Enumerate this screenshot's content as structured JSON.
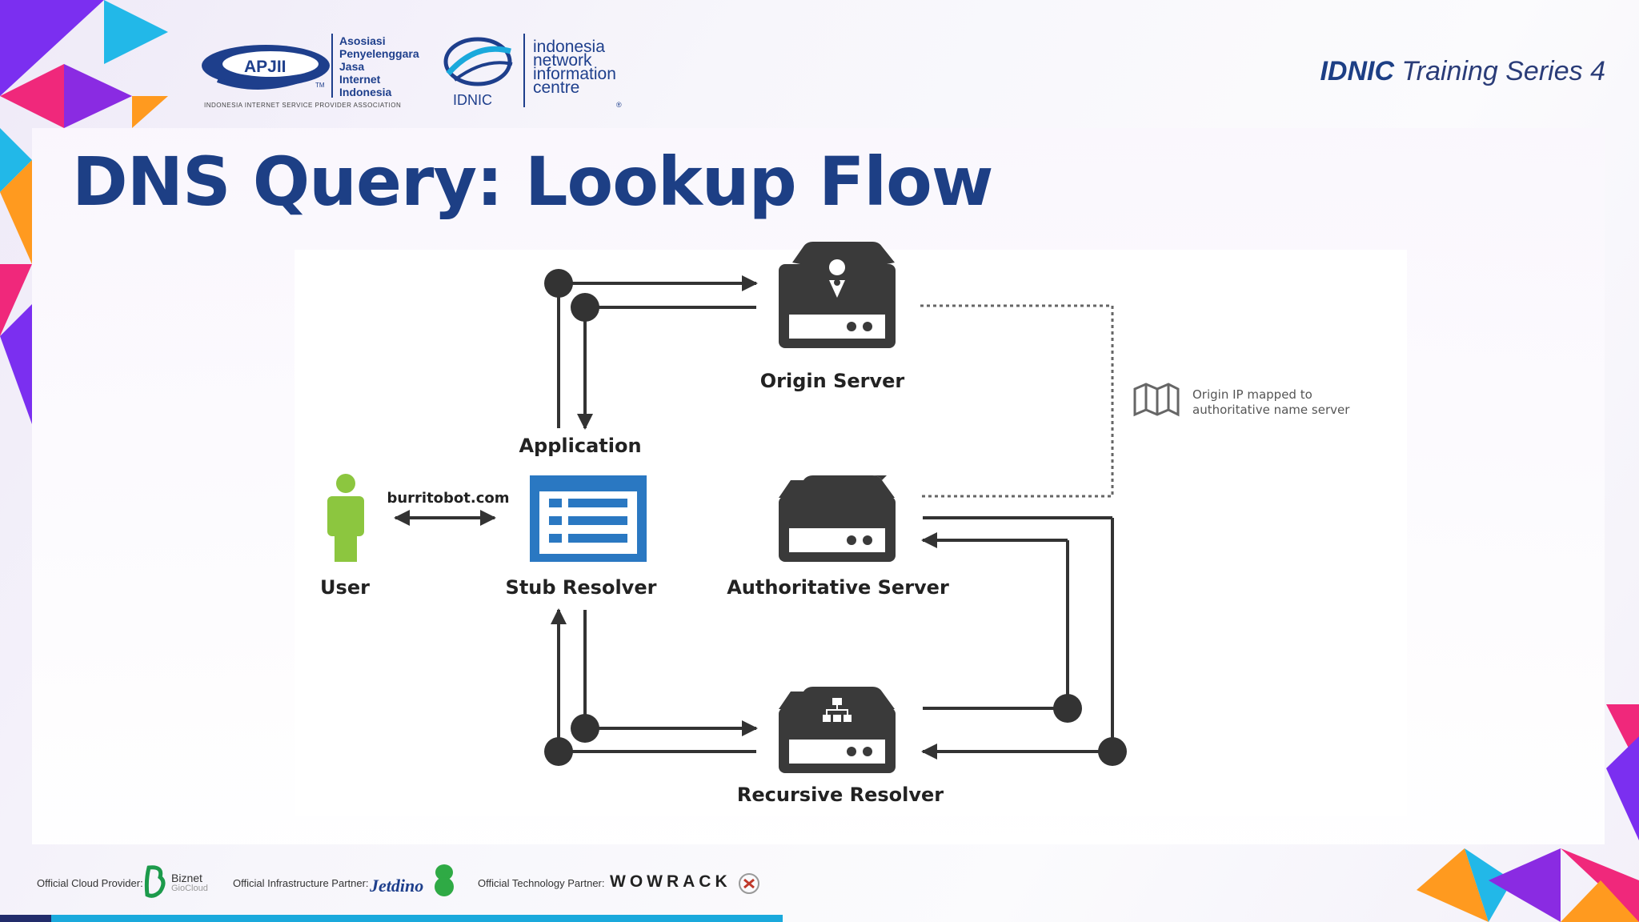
{
  "header": {
    "apjii_logo_text": "APJII",
    "apjii_tm": "TM",
    "apjii_lines": [
      "Asosiasi",
      "Penyelenggara",
      "Jasa",
      "Internet",
      "Indonesia"
    ],
    "apjii_tagline": "INDONESIA INTERNET SERVICE PROVIDER ASSOCIATION",
    "idnic_logo_text": "IDNIC",
    "idnic_lines": [
      "indonesia",
      "network",
      "information",
      "centre"
    ],
    "idnic_registered": "®",
    "series_bold": "IDNIC",
    "series_rest": "Training Series 4"
  },
  "slide": {
    "title": "DNS Query: Lookup Flow"
  },
  "diagram": {
    "nodes": {
      "user": "User",
      "stub_resolver": "Stub Resolver",
      "application": "Application",
      "origin_server": "Origin Server",
      "authoritative_server": "Authoritative Server",
      "recursive_resolver": "Recursive Resolver"
    },
    "edge_label": "burritobot.com",
    "note": "Origin IP mapped to authoritative name server"
  },
  "footer": {
    "cloud_label": "Official Cloud Provider:",
    "cloud_brand": "Biznet",
    "cloud_brand_sub": "GioCloud",
    "infra_label": "Official Infrastructure Partner:",
    "infra_brand": "Jetdino",
    "tech_label": "Official Technology Partner:",
    "tech_brand": "WOWRACK"
  },
  "colors": {
    "title": "#1d3f85",
    "server": "#3a3a3a",
    "user": "#8cc63f",
    "stub_resolver": "#2a78c2",
    "footer_bar": "#1aa9dc"
  }
}
